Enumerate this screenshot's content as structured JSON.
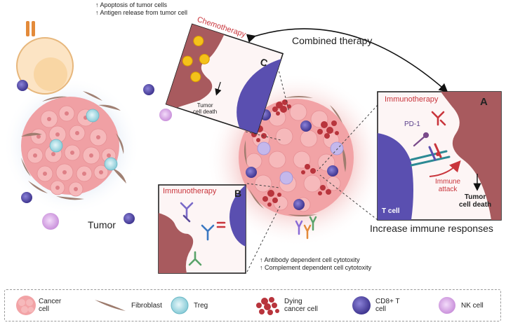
{
  "effects_top": {
    "line1": "↑ Apoptosis of tumor cells",
    "line2": "↑ Antigen release from tumor cell"
  },
  "combined_therapy": "Combined therapy",
  "tumor_label": "Tumor",
  "increase_immune": "Increase immune responses",
  "panel_c": {
    "letter": "C",
    "title": "Chemotherapy",
    "outcome_line1": "Tumor",
    "outcome_line2": "cell death"
  },
  "panel_a": {
    "letter": "A",
    "title": "Immunotherapy",
    "pd1": "PD-1",
    "attack_line1": "Immune",
    "attack_line2": "attack",
    "outcome_line1": "Tumor",
    "outcome_line2": "cell death",
    "tcell": "T cell"
  },
  "panel_b": {
    "letter": "B",
    "title": "Immunotherapy"
  },
  "effects_bottom": {
    "line1": "↑ Antibody dependent cell cytotoxity",
    "line2": "↑ Complement dependent cell cytotoxity"
  },
  "legend": [
    {
      "icon": "cancer-cell-icon",
      "line1": "Cancer",
      "line2": "cell"
    },
    {
      "icon": "fibroblast-icon",
      "line1": "Fibroblast",
      "line2": ""
    },
    {
      "icon": "treg-icon",
      "line1": "Treg",
      "line2": ""
    },
    {
      "icon": "dying-cancer-cell-icon",
      "line1": "Dying",
      "line2": "cancer cell"
    },
    {
      "icon": "cd8-t-cell-icon",
      "line1": "CD8+ T",
      "line2": "cell"
    },
    {
      "icon": "nk-cell-icon",
      "line1": "NK cell",
      "line2": ""
    }
  ],
  "colors": {
    "cancer": "#f2a3a6",
    "cancer_nucleus": "#e07b80",
    "fibroblast": "#9c7a6c",
    "treg": "#a8dde6",
    "dying": "#b8343c",
    "cd8": "#5a4fb0",
    "nk": "#d8a6e6",
    "tumor_tissue": "#a85a5e",
    "accent_red": "#c9353c"
  }
}
